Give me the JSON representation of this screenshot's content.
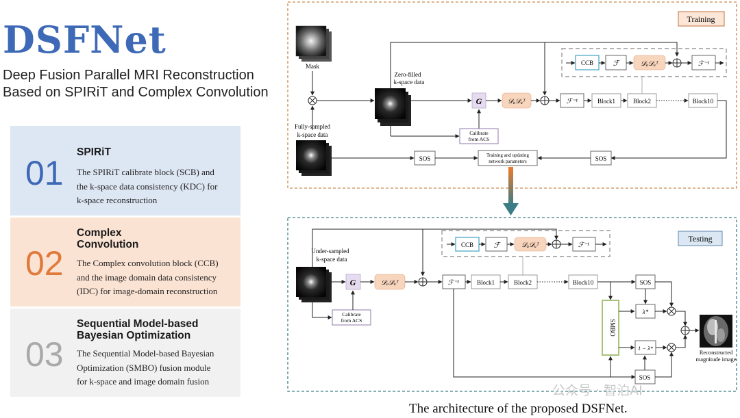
{
  "title": "DSFNet",
  "subtitle_line1": "Deep Fusion Parallel MRI Reconstruction",
  "subtitle_line2": "Based on SPIRiT and Complex Convolution",
  "cards": [
    {
      "num": "01",
      "heading1": "SPIRiT",
      "heading2": "",
      "desc": [
        "The SPIRiT calibrate block (SCB) and",
        "the k-space data consistency (KDC) for",
        "k-space reconstruction"
      ]
    },
    {
      "num": "02",
      "heading1": "Complex",
      "heading2": "Convolution",
      "desc": [
        "The Complex convolution block (CCB)",
        "and the image domain data consistency",
        "(IDC) for image-domain reconstruction"
      ]
    },
    {
      "num": "03",
      "heading1": "Sequential Model-based",
      "heading2": "Bayesian Optimization",
      "desc": [
        "The Sequential Model-based Bayesian",
        "Optimization (SMBO) fusion module",
        "for k-space and image domain fusion"
      ]
    }
  ],
  "training": {
    "label": "Training",
    "mask": "Mask",
    "zero_filled_1": "Zero-filled",
    "zero_filled_2": "k-space data",
    "fully_1": "Fully-sampled",
    "fully_2": "k-space data",
    "g": "G",
    "dd": "𝒟ₐ𝒟ᵤᵀ",
    "ccb": "CCB",
    "f": "ℱ",
    "finv": "ℱ⁻¹",
    "block1": "Block1",
    "block2": "Block2",
    "block10": "Block10",
    "calib_1": "Calibrate",
    "calib_2": "from ACS",
    "sos_left": "SOS",
    "sos_right": "SOS",
    "train_update_1": "Training and updating",
    "train_update_2": "network parameters"
  },
  "testing": {
    "label": "Testing",
    "under_1": "Under-sampled",
    "under_2": "k-space data",
    "g": "G",
    "dd": "𝒟ₐ𝒟ᵤᵀ",
    "ccb": "CCB",
    "f": "ℱ",
    "finv": "ℱ⁻¹",
    "block1": "Block1",
    "block2": "Block2",
    "block10": "Block10",
    "calib_1": "Calibrate",
    "calib_2": "from ACS",
    "smbo": "SMBO",
    "sos_top": "SOS",
    "sos_bottom": "SOS",
    "lambda": "λ*",
    "one_minus_lambda": "1 − λ*",
    "recon_1": "Reconstructed",
    "recon_2": "magnitude image"
  },
  "caption": "The architecture of the proposed DSFNet.",
  "watermark": "公众号 · 智泊AI",
  "colors": {
    "brand_blue": "#3d69b6",
    "orange": "#e07a3c",
    "gray": "#a9a9a9",
    "frame_orange": "#c98a4a",
    "frame_teal": "#3c7f88"
  }
}
